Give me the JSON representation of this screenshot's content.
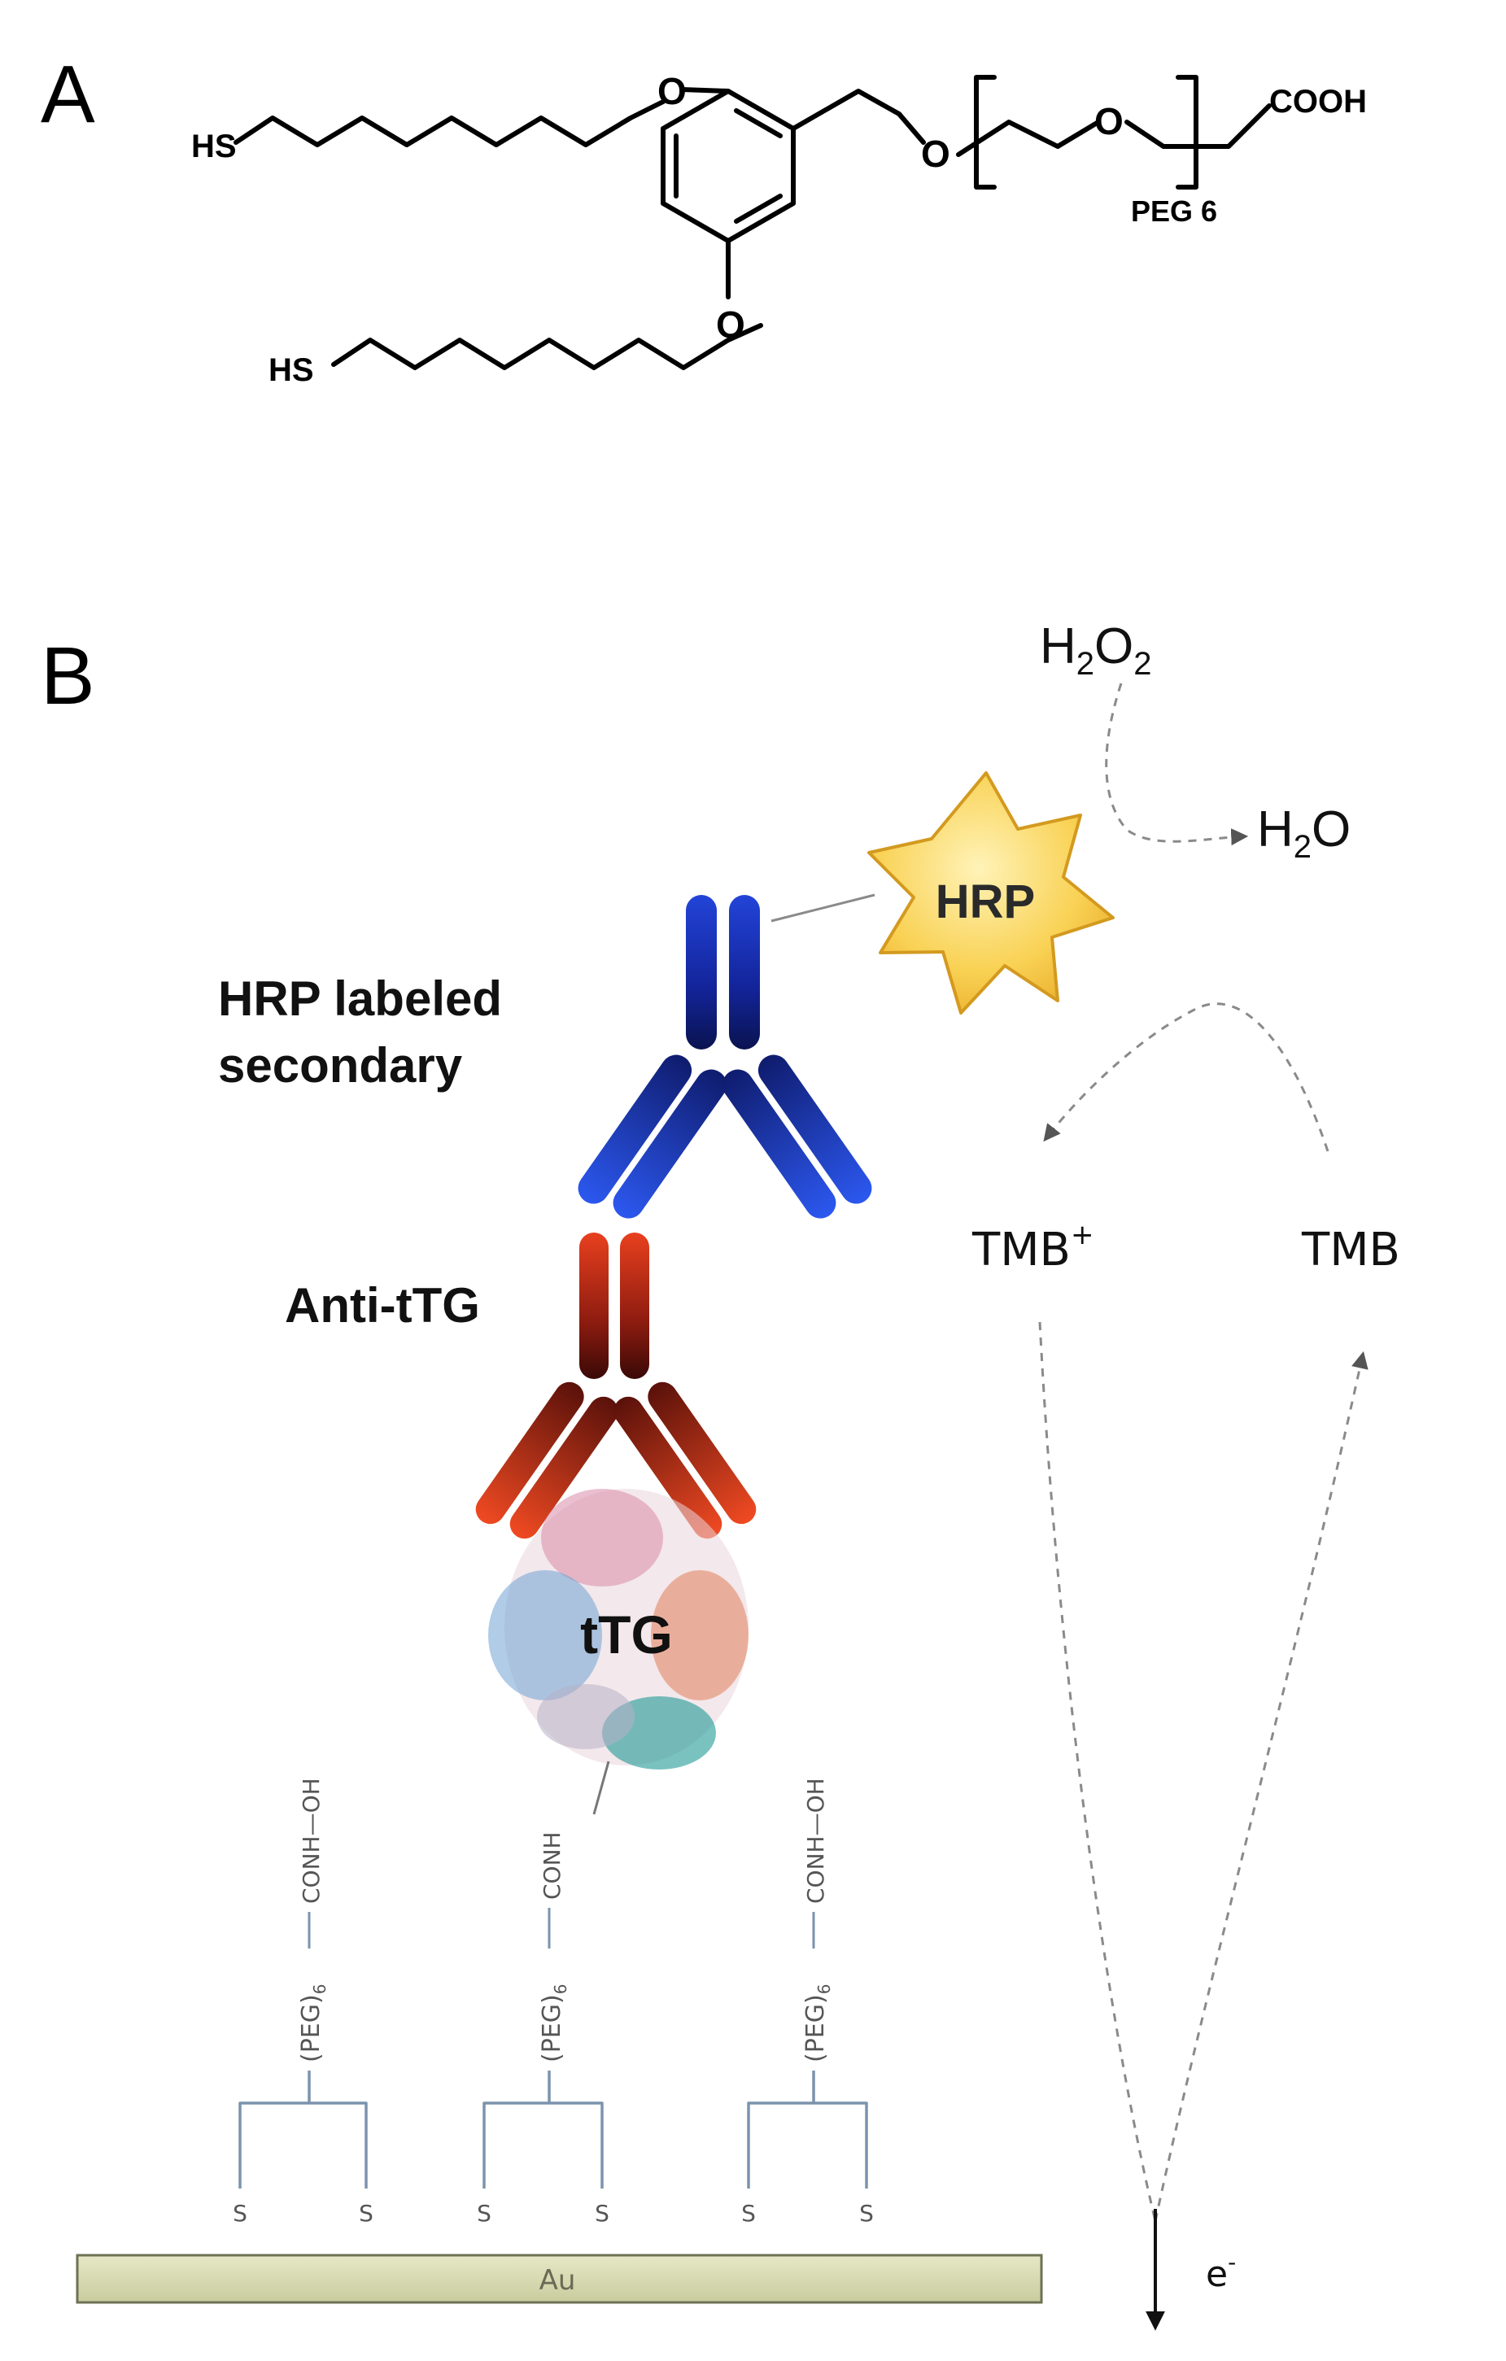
{
  "panel_a": {
    "label": "A",
    "atoms": {
      "hs_top": "HS",
      "hs_bottom": "HS",
      "o_top": "O",
      "o_bottom": "O",
      "o_benzyl": "O",
      "o_peg": "O",
      "cooh": "COOH",
      "peg": "PEG 6"
    }
  },
  "panel_b": {
    "label": "B",
    "h2o2": {
      "base": "H",
      "sub1": "2",
      "mid": "O",
      "sub2": "2"
    },
    "h2o": {
      "base": "H",
      "sub": "2",
      "tail": "O"
    },
    "hrp": "HRP",
    "secondary_label_line1": "HRP labeled",
    "secondary_label_line2": "secondary",
    "anti_ttg": "Anti-tTG",
    "ttg": "tTG",
    "tmb_oxidized": {
      "base": "TMB",
      "sup": "+"
    },
    "tmb": "TMB",
    "electron": {
      "base": "e",
      "sup": "-"
    },
    "linker_conh_oh": "CONH—OH",
    "linker_conh": "CONH",
    "linker_peg": {
      "base": "(PEG)",
      "sub": "6"
    },
    "sulfur": "S",
    "substrate": "Au"
  },
  "colors": {
    "secondary_antibody": "#1a2fb0",
    "primary_antibody": "#b52a1a",
    "hrp_star": "#f7c842",
    "substrate": "#d9dcb3",
    "linker": "#7b93ad"
  }
}
